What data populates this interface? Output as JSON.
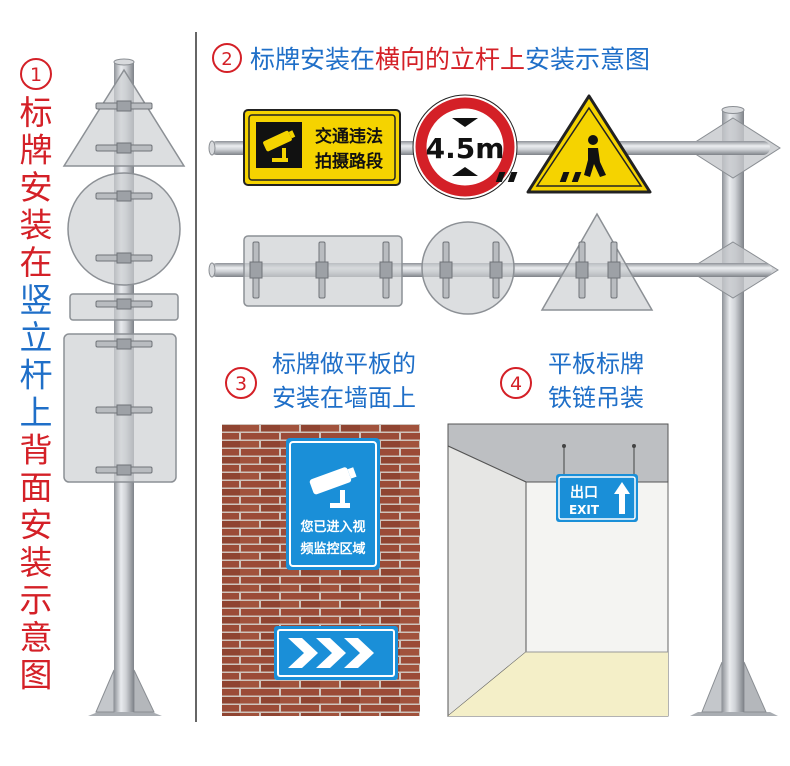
{
  "panel1": {
    "number": "1",
    "title_lines": [
      {
        "text": "标",
        "color": "#d42027"
      },
      {
        "text": "牌",
        "color": "#d42027"
      },
      {
        "text": "安",
        "color": "#d42027"
      },
      {
        "text": "装",
        "color": "#d42027"
      },
      {
        "text": "在",
        "color": "#d42027"
      },
      {
        "text": "竖",
        "color": "#1f6fc8"
      },
      {
        "text": "立",
        "color": "#1f6fc8"
      },
      {
        "text": "杆",
        "color": "#1f6fc8"
      },
      {
        "text": "上",
        "color": "#1f6fc8"
      },
      {
        "text": "背",
        "color": "#d42027"
      },
      {
        "text": "面",
        "color": "#d42027"
      },
      {
        "text": "安",
        "color": "#d42027"
      },
      {
        "text": "装",
        "color": "#d42027"
      },
      {
        "text": "示",
        "color": "#d42027"
      },
      {
        "text": "意",
        "color": "#d42027"
      },
      {
        "text": "图",
        "color": "#d42027"
      }
    ]
  },
  "panel2": {
    "number": "2",
    "title_parts": [
      {
        "text": "标牌安装在",
        "color": "#1f6fc8"
      },
      {
        "text": "横向的立杆上",
        "color": "#d42027"
      },
      {
        "text": "安装示意图",
        "color": "#1f6fc8"
      }
    ],
    "camera_sign_line1": "交通违法",
    "camera_sign_line2": "拍摄路段",
    "height_limit": "4.5m"
  },
  "panel3": {
    "number": "3",
    "title_line1": "标牌做平板的",
    "title_line2": "安装在墙面上",
    "sign_line1": "您已进入视",
    "sign_line2": "频监控区域"
  },
  "panel4": {
    "number": "4",
    "title_line1": "平板标牌",
    "title_line2": "铁链吊装",
    "exit_cn": "出口",
    "exit_en": "EXIT"
  },
  "colors": {
    "red": "#d42027",
    "blue": "#1f6fc8",
    "sign_blue": "#1a8fd8",
    "sign_yellow": "#f5d300",
    "pole": "#c9ccd0",
    "brick": "#9a4a36"
  }
}
